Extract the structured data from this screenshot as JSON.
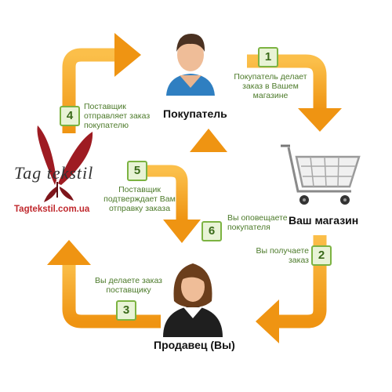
{
  "nodes": {
    "buyer": "Покупатель",
    "store": "Ваш магазин",
    "seller": "Продавец (Вы)"
  },
  "logo": {
    "wordmark": "Tag tekstil",
    "site": "Tagtekstil.com.ua"
  },
  "steps": [
    {
      "number": "1",
      "text": "Покупатель делает заказ в Вашем магазине"
    },
    {
      "number": "2",
      "text": "Вы получаете заказ"
    },
    {
      "number": "3",
      "text": "Вы делаете заказ поставщику"
    },
    {
      "number": "4",
      "text": "Поставщик отправляет заказ покупателю"
    },
    {
      "number": "5",
      "text": "Поставщик подтверждает Вам отправку заказа"
    },
    {
      "number": "6",
      "text": "Вы оповещаете покупателя"
    }
  ],
  "colors": {
    "arrow": "#f6a623",
    "badge_border": "#7cb342",
    "label_text": "#4c7a2a",
    "logo_red": "#9e1b22",
    "site_red": "#c0282d"
  }
}
